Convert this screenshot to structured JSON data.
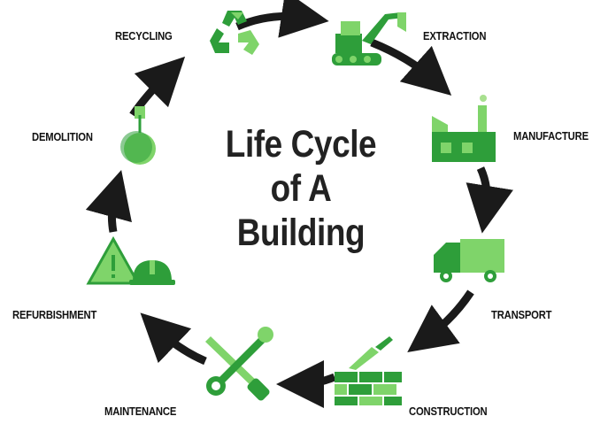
{
  "title": {
    "line1": "Life Cycle",
    "line2": "of A",
    "line3": "Building"
  },
  "stages": [
    {
      "label": "EXTRACTION",
      "icon": "excavator-icon"
    },
    {
      "label": "MANUFACTURE",
      "icon": "factory-icon"
    },
    {
      "label": "TRANSPORT",
      "icon": "truck-icon"
    },
    {
      "label": "CONSTRUCTION",
      "icon": "bricks-trowel-icon"
    },
    {
      "label": "MAINTENANCE",
      "icon": "wrench-screwdriver-icon"
    },
    {
      "label": "REFURBISHMENT",
      "icon": "warning-hardhat-icon"
    },
    {
      "label": "DEMOLITION",
      "icon": "wrecking-ball-icon"
    },
    {
      "label": "RECYCLING",
      "icon": "recycle-icon"
    }
  ],
  "colors": {
    "cycle_arrow": "#1a1a1a",
    "icon_dark_green": "#2e9e3a",
    "icon_light_green": "#7fd46a",
    "text": "#111111"
  }
}
